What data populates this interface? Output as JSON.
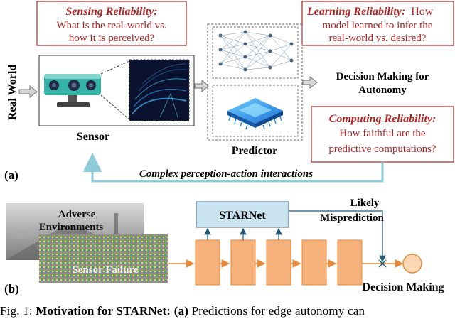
{
  "part_a": {
    "label": "(a)",
    "sensing_title": "Sensing Reliability:",
    "sensing_line1": "What is the real-world vs.",
    "sensing_line2": "how it is perceived?",
    "learning_title": "Learning Reliability:",
    "learning_line1": "How",
    "learning_line2": "model learned to infer the",
    "learning_line3": "real-world vs. desired?",
    "computing_title": "Computing Reliability:",
    "computing_line1": "How faithful are the",
    "computing_line2": "predictive computations?",
    "real_world": "Real World",
    "sensor": "Sensor",
    "predictor": "Predictor",
    "decision_line1": "Decision Making for",
    "decision_line2": "Autonomy",
    "feedback": "Complex perception-action interactions"
  },
  "part_b": {
    "label": "(b)",
    "adverse_line1": "Adverse",
    "adverse_line2": "Environments",
    "sensor_failure": "Sensor Failure",
    "starnet": "STARNet",
    "likely": "Likely",
    "misprediction": "Misprediction",
    "decision": "Decision Making"
  },
  "caption": {
    "prefix": "Fig. 1: ",
    "bold": "Motivation for STARNet:",
    "sub_bold": "(a)",
    "rest": "Predictions for edge autonomy can"
  },
  "colors": {
    "callout_border": "#b22222",
    "accent_blue": "#8ecbd6",
    "starnet_fill": "#c9e4ee",
    "orange_fill": "#f6b27a",
    "orange_line": "#e7893a"
  }
}
